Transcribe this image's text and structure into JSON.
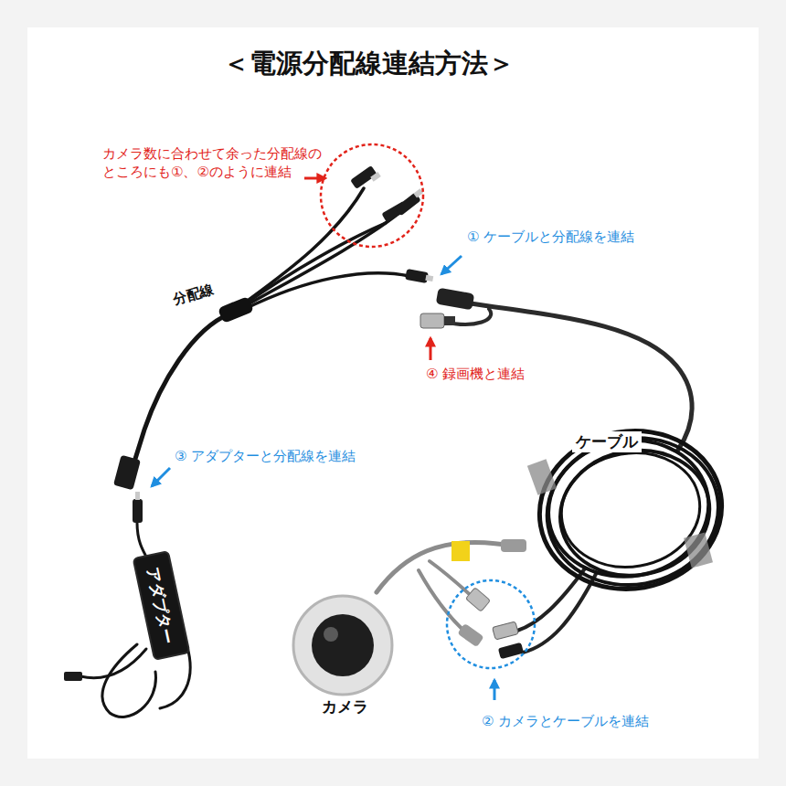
{
  "diagram": {
    "title": "＜電源分配線連結方法＞",
    "nodes": [
      {
        "text": [
          "アダプター"
        ]
      }
    ],
    "labels": [
      "カメラ数に合わせて余った分配線の ところにも①、②のように連結",
      "① ケーブルと分配線を連結",
      "分配線",
      "④ 録画機と連結",
      "③ アダプターと分配線を連結",
      "ケーブル",
      "カメラ",
      "② カメラとケーブルを連結"
    ]
  }
}
